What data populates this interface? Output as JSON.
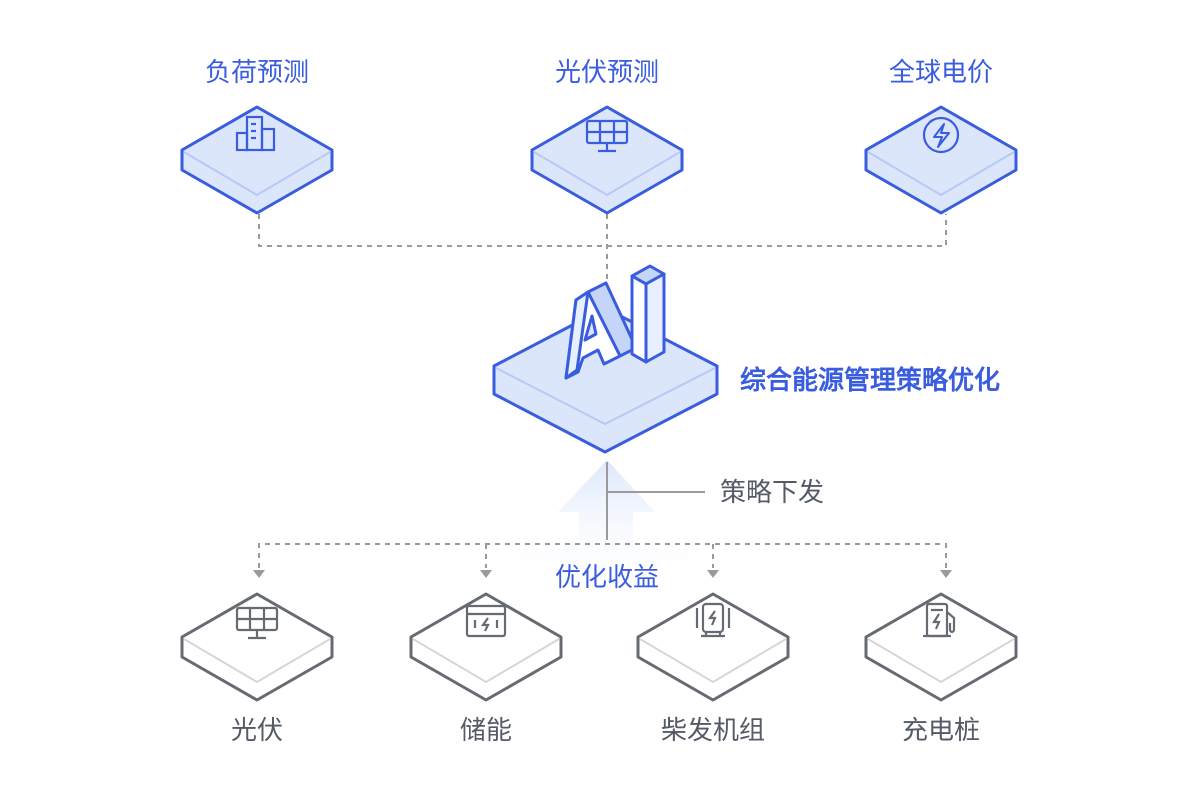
{
  "inputs": [
    {
      "label": "负荷预测",
      "icon": "building-icon"
    },
    {
      "label": "光伏预测",
      "icon": "solar-panel-icon"
    },
    {
      "label": "全球电价",
      "icon": "lightning-icon"
    }
  ],
  "core": {
    "badge": "AI",
    "label": "综合能源管理策略优化",
    "icon": "ai-block-icon"
  },
  "annotations": {
    "strategy": "策略下发",
    "benefit": "优化收益"
  },
  "outputs": [
    {
      "label": "光伏",
      "icon": "solar-panel-icon"
    },
    {
      "label": "储能",
      "icon": "battery-storage-icon"
    },
    {
      "label": "柴发机组",
      "icon": "diesel-generator-icon"
    },
    {
      "label": "充电桩",
      "icon": "charging-pile-icon"
    }
  ],
  "colors": {
    "accent": "#3a5de0",
    "accent_fill": "#dbe6fb",
    "neutral": "#666b73",
    "dash": "#9a9a9a"
  }
}
